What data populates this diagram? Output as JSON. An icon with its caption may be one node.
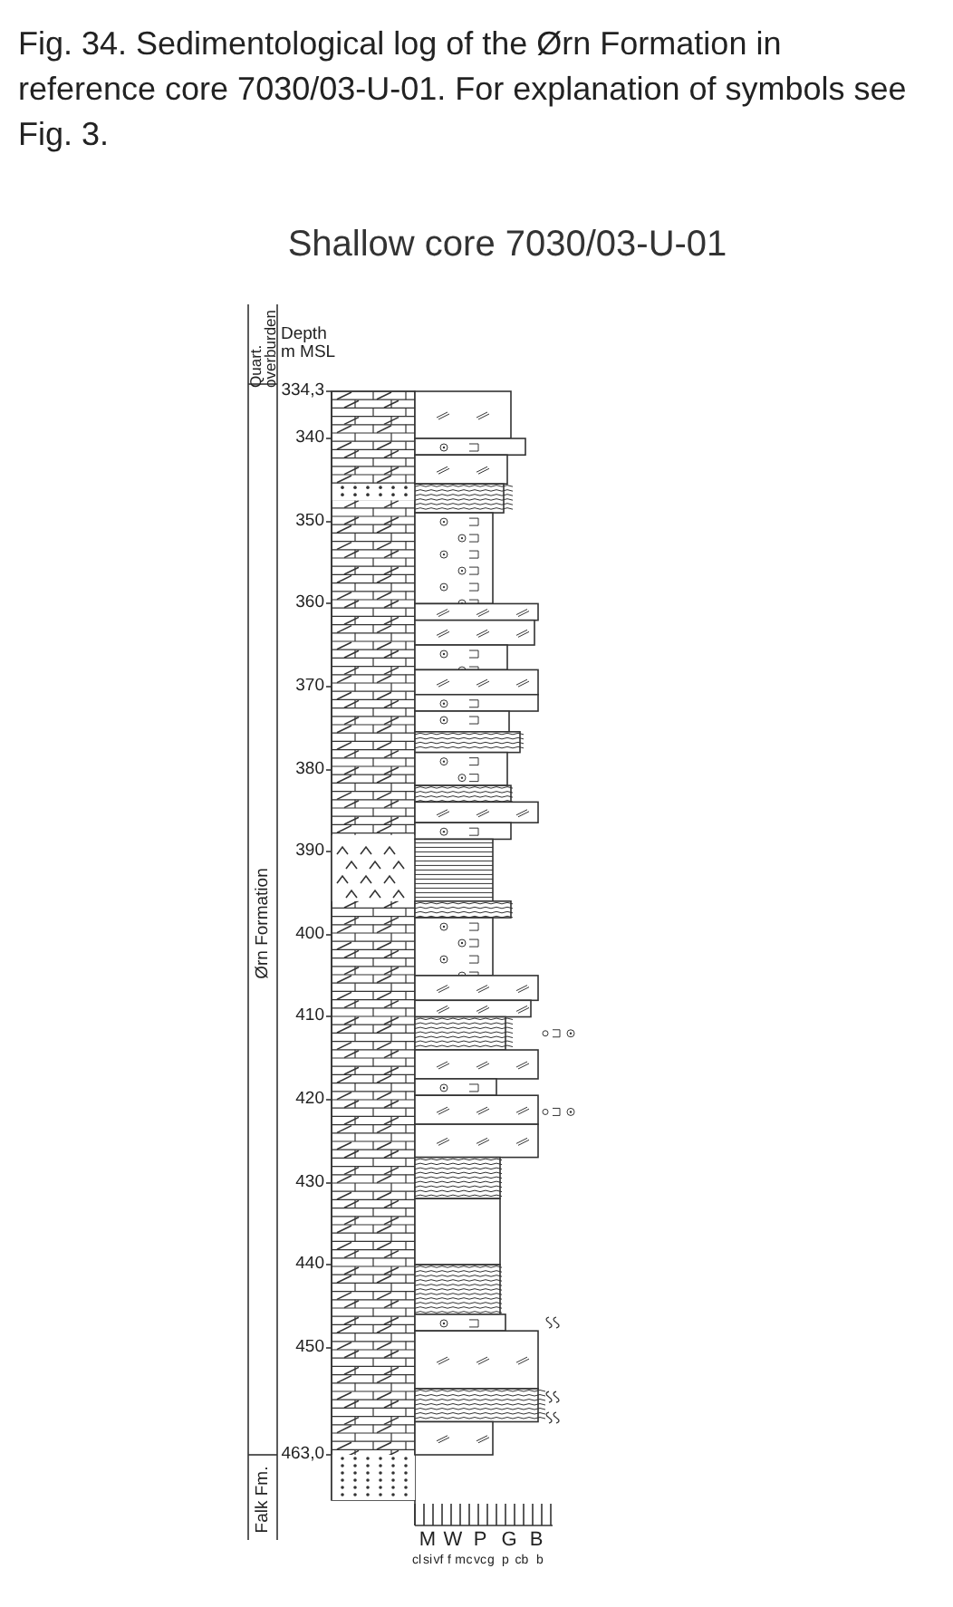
{
  "diagram": {
    "title": "Shallow core 7030/03-U-01",
    "caption": "Fig. 34. Sedimentological log of the Ørn Formation in reference core 7030/03-U-01. For explanation of symbols see Fig. 3.",
    "labels": [
      "Quart. overburden",
      "Depth m MSL",
      "334,3",
      "340",
      "350",
      "360",
      "370",
      "380",
      "390",
      "400",
      "410",
      "420",
      "430",
      "440",
      "450",
      "463,0",
      "Ørn Formation",
      "Falk Fm.",
      "M",
      "W",
      "P",
      "G",
      "B",
      "cl",
      "si",
      "vf",
      "f",
      "m",
      "c",
      "vc",
      "g",
      "p",
      "cb",
      "b"
    ]
  }
}
